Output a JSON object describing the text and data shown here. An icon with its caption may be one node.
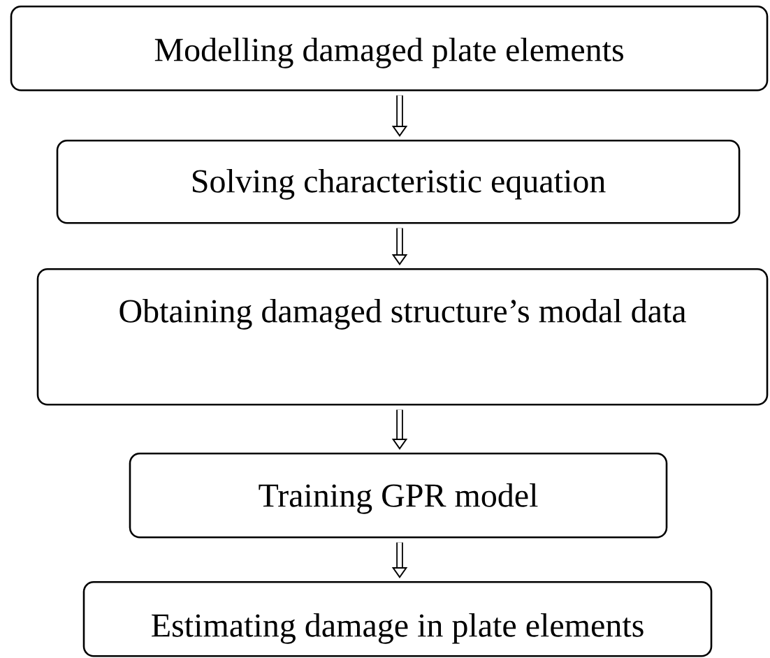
{
  "diagram": {
    "nodes": [
      {
        "text": [
          "Modelling damaged plate elements"
        ]
      },
      {
        "text": [
          "Solving characteristic equation"
        ]
      },
      {
        "text": [
          "Obtaining damaged structure’s modal data"
        ]
      },
      {
        "text": [
          "Training GPR model"
        ]
      },
      {
        "text": [
          "Estimating damage in plate elements"
        ]
      }
    ],
    "edges": [
      {
        "from": 0,
        "to": 1,
        "arrow": "to"
      },
      {
        "from": 1,
        "to": 2,
        "arrow": "to"
      },
      {
        "from": 2,
        "to": 3,
        "arrow": "to"
      },
      {
        "from": 3,
        "to": 4,
        "arrow": "to"
      }
    ]
  }
}
